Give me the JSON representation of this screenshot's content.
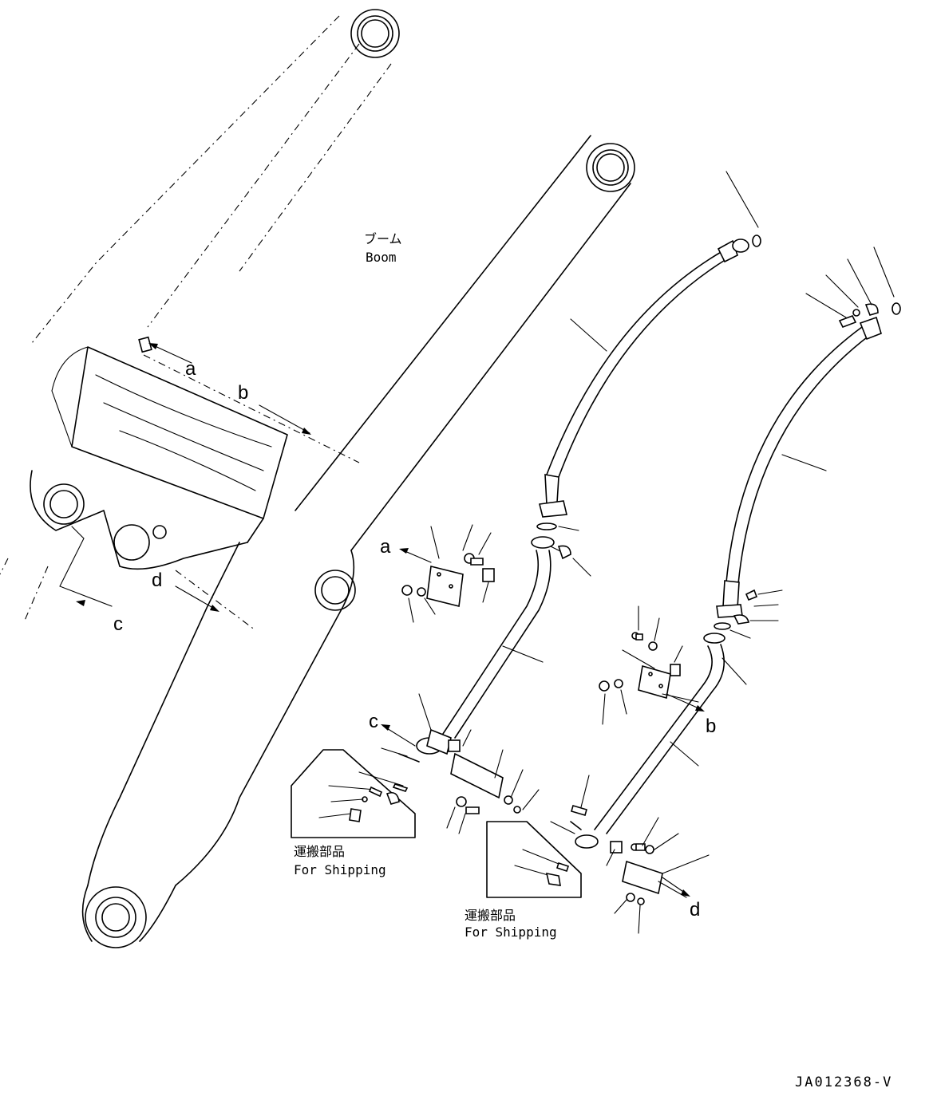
{
  "labels": {
    "boom_jp": "ブーム",
    "boom_en": "Boom",
    "ref_a": "a",
    "ref_b": "b",
    "ref_c": "c",
    "ref_d": "d",
    "shipping1_jp": "運搬部品",
    "shipping1_en": "For Shipping",
    "shipping2_jp": "運搬部品",
    "shipping2_en": "For Shipping",
    "code": "JA012368-V"
  }
}
